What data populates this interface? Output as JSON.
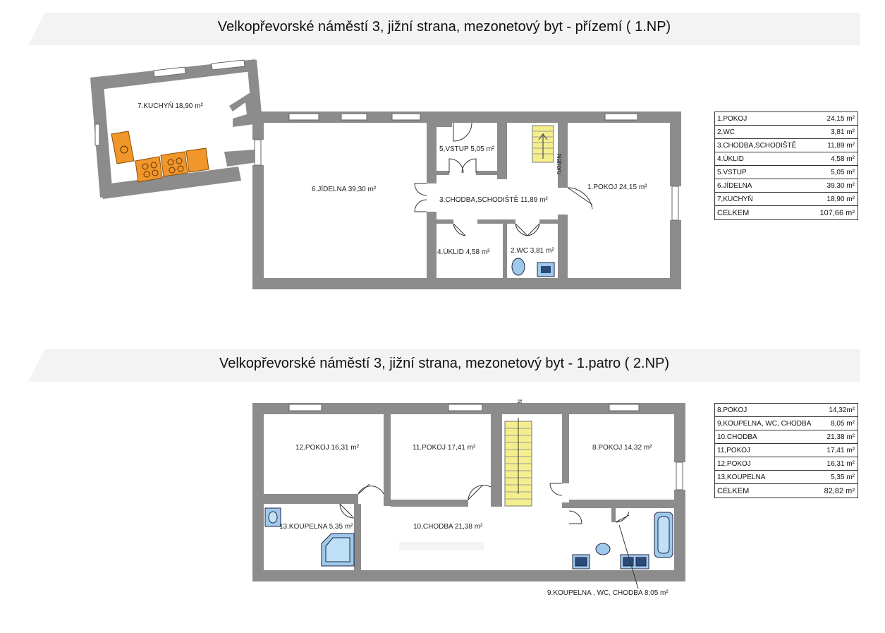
{
  "floor1": {
    "title": "Velkopřevorské náměstí 3, jižní strana, mezonetový byt - přízemí  ( 1.NP)",
    "rooms": {
      "kitchen": "7.KUCHYŇ   18,90 m²",
      "dining": "6.JÍDELNA   39,30 m²",
      "entry": "5,VSTUP  5,05 m²",
      "hall": "3.CHODBA,SCHODIŠTĚ  11,89 m²",
      "room1": "1.POKOJ   24,15 m²",
      "cleaning": "4.ÚKLID 4,58 m²",
      "wc": "2.WC  3,81 m²",
      "stairs_label": "Nahoru"
    },
    "legend": [
      {
        "name": "1.POKOJ",
        "area": "24,15 m²"
      },
      {
        "name": "2,WC",
        "area": "3,81 m²"
      },
      {
        "name": "3.CHODBA,SCHODIŠTĚ",
        "area": "11,89 m²"
      },
      {
        "name": "4.ÚKLID",
        "area": "4,58 m²"
      },
      {
        "name": "5.VSTUP",
        "area": "5,05 m²"
      },
      {
        "name": "6.JÍDELNA",
        "area": "39,30 m²"
      },
      {
        "name": "7,KUCHYŇ",
        "area": "18,90 m²"
      }
    ],
    "total_label": "CELKEM",
    "total_value": "107,66 m²"
  },
  "floor2": {
    "title": "Velkopřevorské náměstí 3, jižní strana, mezonetový byt - 1.patro  ( 2.NP)",
    "rooms": {
      "room12": "12.POKOJ   16,31 m²",
      "room11": "11.POKOJ   17,41 m²",
      "room8": "8.POKOJ   14,32 m²",
      "bath13": "13.KOUPELNA  5,35 m²",
      "hall10": "10,CHODBA   21,38 m²",
      "bath9": "9.KOUPELNA , WC, CHODBA  8,05 m²",
      "stairs_label": "N"
    },
    "legend": [
      {
        "name": "8.POKOJ",
        "area": "14,32m²"
      },
      {
        "name": "9,KOUPELNA, WC, CHODBA",
        "area": "8,05 m²"
      },
      {
        "name": "10.CHODBA",
        "area": "21,38 m²"
      },
      {
        "name": "11,POKOJ",
        "area": "17,41 m²"
      },
      {
        "name": "12,POKOJ",
        "area": "16,31 m²"
      },
      {
        "name": "13,KOUPELNA",
        "area": "5,35 m²"
      }
    ],
    "total_label": "CELKEM",
    "total_value": "82,82 m²"
  },
  "colors": {
    "wall": "#8c8c8c",
    "stairs": "#f4ef8c",
    "kitchen": "#f0962a",
    "fixture": "#9ec9ea"
  }
}
